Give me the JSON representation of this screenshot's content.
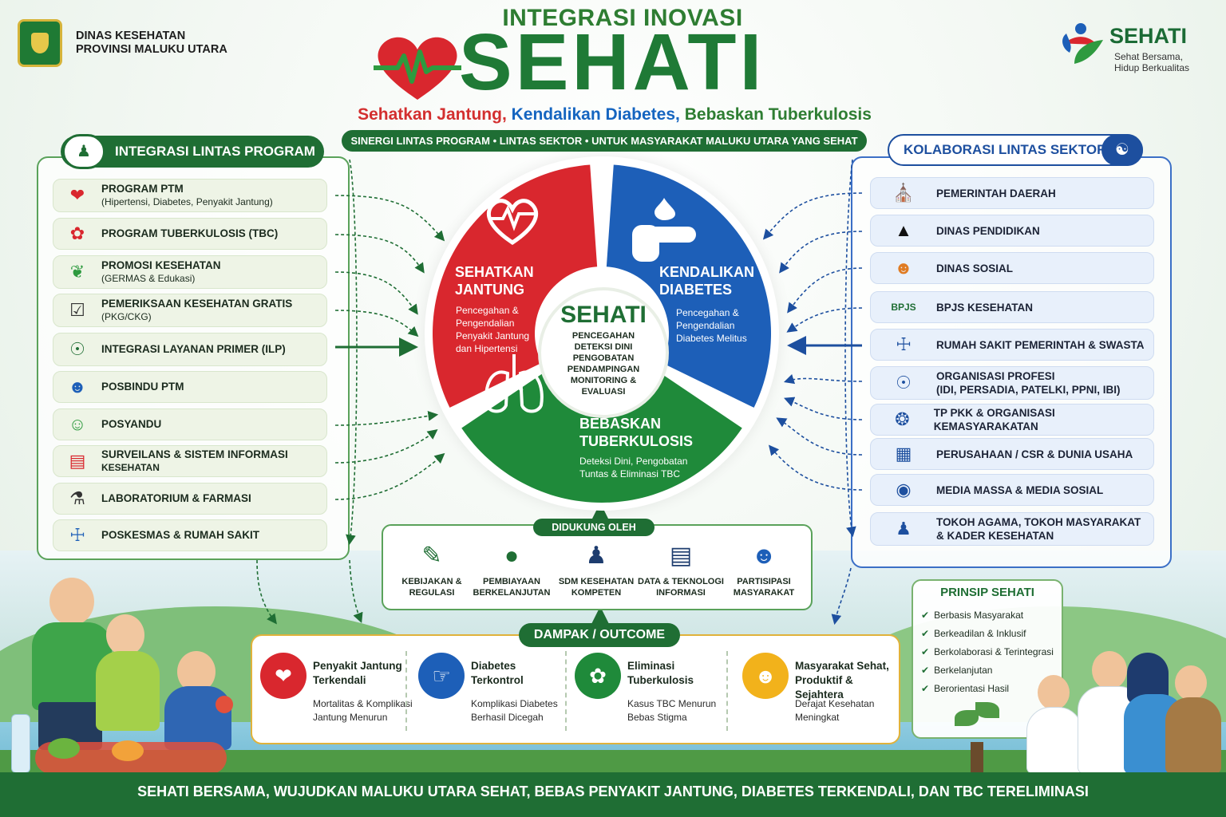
{
  "header": {
    "org": "DINAS KESEHATAN\nPROVINSI MALUKU UTARA",
    "title_small": "INTEGRASI INOVASI",
    "title_big": "SEHATI",
    "tagline_1": "Sehatkan Jantung,",
    "tagline_2": "Kendalikan Diabetes,",
    "tagline_3": "Bebaskan Tuberkulosis",
    "sinergi": "SINERGI LINTAS PROGRAM  •  LINTAS SEKTOR  •  UNTUK MASYARAKAT MALUKU UTARA YANG SEHAT",
    "brand_name": "SEHATI",
    "brand_slogan": "Sehat Bersama,\nHidup Berkualitas"
  },
  "left_panel": {
    "title": "INTEGRASI LINTAS PROGRAM",
    "items": [
      {
        "label": "PROGRAM PTM",
        "sub": "(Hipertensi, Diabetes, Penyakit Jantung)",
        "icon": "heart-pulse-icon"
      },
      {
        "label": "PROGRAM TUBERKULOSIS (TBC)",
        "sub": "",
        "icon": "lungs-icon"
      },
      {
        "label": "PROMOSI KESEHATAN",
        "sub": "(GERMAS & Edukasi)",
        "icon": "leaf-hands-icon"
      },
      {
        "label": "PEMERIKSAAN KESEHATAN GRATIS",
        "sub": "(PKG/CKG)",
        "icon": "checklist-icon"
      },
      {
        "label": "INTEGRASI LAYANAN PRIMER (ILP)",
        "sub": "",
        "icon": "network-icon"
      },
      {
        "label": "POSBINDU PTM",
        "sub": "",
        "icon": "group-icon"
      },
      {
        "label": "POSYANDU",
        "sub": "",
        "icon": "family-icon"
      },
      {
        "label": "SURVEILANS & SISTEM INFORMASI",
        "sub": "KESEHATAN",
        "icon": "chart-icon"
      },
      {
        "label": "LABORATORIUM & FARMASI",
        "sub": "",
        "icon": "microscope-icon"
      },
      {
        "label": "POSKESMAS & RUMAH SAKIT",
        "sub": "",
        "icon": "hospital-icon"
      }
    ]
  },
  "right_panel": {
    "title": "KOLABORASI LINTAS SEKTOR",
    "items": [
      {
        "label": "PEMERINTAH DAERAH",
        "icon": "government-icon"
      },
      {
        "label": "DINAS PENDIDIKAN",
        "icon": "graduation-cap-icon"
      },
      {
        "label": "DINAS SOSIAL",
        "icon": "people-icon"
      },
      {
        "label": "BPJS KESEHATAN",
        "icon": "bpjs-logo-icon"
      },
      {
        "label": "RUMAH SAKIT PEMERINTAH & SWASTA",
        "icon": "hospital-icon"
      },
      {
        "label": "ORGANISASI PROFESI\n(IDI, PERSADIA, PATELKI, PPNI, IBI)",
        "icon": "professionals-icon"
      },
      {
        "label": "TP PKK & ORGANISASI KEMASYARAKATAN",
        "icon": "pkk-emblem-icon"
      },
      {
        "label": "PERUSAHAAN / CSR & DUNIA USAHA",
        "icon": "building-icon"
      },
      {
        "label": "MEDIA MASSA & MEDIA SOSIAL",
        "icon": "broadcast-icon"
      },
      {
        "label": "TOKOH AGAMA, TOKOH MASYARAKAT\n& KADER KESEHATAN",
        "icon": "community-icon"
      }
    ]
  },
  "wheel": {
    "center_title": "SEHATI",
    "center_items": "PENCEGAHAN\nDETEKSI DINI\nPENGOBATAN\nPENDAMPINGAN\nMONITORING &\nEVALUASI",
    "heart": {
      "title": "SEHATKAN\nJANTUNG",
      "desc": "Pencegahan &\nPengendalian\nPenyakit Jantung\ndan Hipertensi",
      "color": "#d9272e"
    },
    "diabetes": {
      "title": "KENDALIKAN\nDIABETES",
      "desc": "Pencegahan &\nPengendalian\nDiabetes Melitus",
      "color": "#1d5fb8"
    },
    "tb": {
      "title": "BEBASKAN\nTUBERKULOSIS",
      "desc": "Deteksi Dini, Pengobatan\nTuntas & Eliminasi TBC",
      "color": "#1f8a3a"
    }
  },
  "supported": {
    "title": "DIDUKUNG OLEH",
    "items": [
      {
        "label": "KEBIJAKAN &\nREGULASI",
        "icon": "document-shield-icon"
      },
      {
        "label": "PEMBIAYAAN\nBERKELANJUTAN",
        "icon": "money-bag-icon"
      },
      {
        "label": "SDM KESEHATAN\nKOMPETEN",
        "icon": "health-workers-icon"
      },
      {
        "label": "DATA & TEKNOLOGI\nINFORMASI",
        "icon": "monitor-chart-icon"
      },
      {
        "label": "PARTISIPASI\nMASYARAKAT",
        "icon": "crowd-icon"
      }
    ]
  },
  "impact": {
    "title": "DAMPAK / OUTCOME",
    "items": [
      {
        "title": "Penyakit Jantung\nTerkendali",
        "desc": "Mortalitas & Komplikasi\nJantung Menurun",
        "color": "#d9272e",
        "icon": "heart-pulse-icon"
      },
      {
        "title": "Diabetes\nTerkontrol",
        "desc": "Komplikasi Diabetes\nBerhasil Dicegah",
        "color": "#1d5fb8",
        "icon": "finger-drop-icon"
      },
      {
        "title": "Eliminasi\nTuberkulosis",
        "desc": "Kasus TBC Menurun\nBebas Stigma",
        "color": "#1f8a3a",
        "icon": "lungs-icon"
      },
      {
        "title": "Masyarakat Sehat,\nProduktif & Sejahtera",
        "desc": "Derajat Kesehatan\nMeningkat",
        "color": "#f2b21b",
        "icon": "community-icon"
      }
    ]
  },
  "principles": {
    "title": "PRINSIP SEHATI",
    "items": [
      "Berbasis Masyarakat",
      "Berkeadilan & Inklusif",
      "Berkolaborasi & Terintegrasi",
      "Berkelanjutan",
      "Berorientasi Hasil"
    ]
  },
  "footer": "SEHATI BERSAMA, WUJUDKAN MALUKU UTARA SEHAT, BEBAS PENYAKIT JANTUNG, DIABETES TERKENDALI, DAN TBC TERELIMINASI"
}
